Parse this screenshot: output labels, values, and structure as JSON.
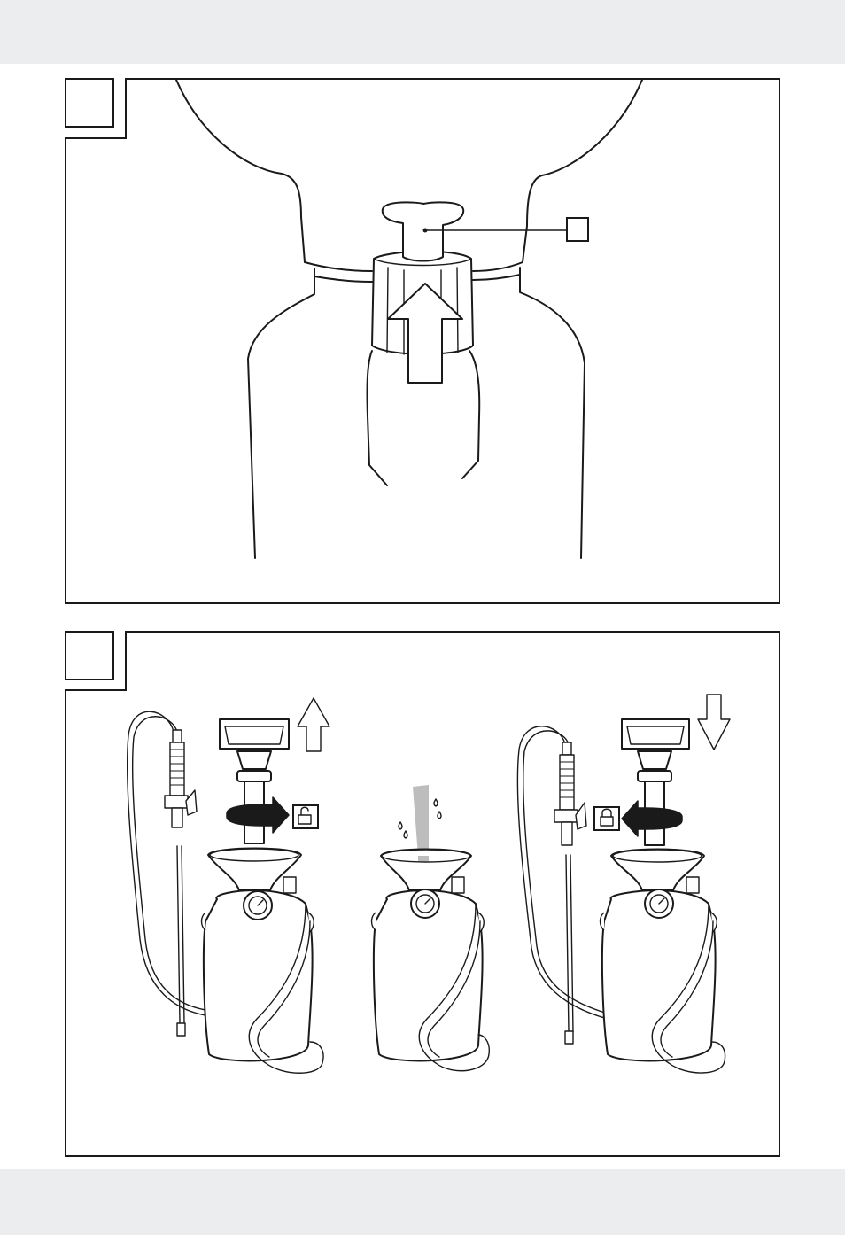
{
  "figures": [
    {
      "id": "figure-top",
      "number_label": "",
      "callout_label": "",
      "arrow_direction": "up"
    },
    {
      "id": "figure-bottom",
      "number_label": "",
      "steps": [
        {
          "step": "unscrew",
          "lock_icon": "unlocked-padlock-icon",
          "rotation_arrow": "clockwise",
          "pump_arrow": "up"
        },
        {
          "step": "fill",
          "lock_icon": "",
          "rotation_arrow": "",
          "pump_arrow": ""
        },
        {
          "step": "screw-on",
          "lock_icon": "locked-padlock-icon",
          "rotation_arrow": "counter-clockwise",
          "pump_arrow": "down"
        }
      ]
    }
  ],
  "colors": {
    "line": "#1a1a1a",
    "page_background": "#ffffff",
    "margin_background": "#ebedee",
    "water_flow": "#bdbdbd"
  }
}
